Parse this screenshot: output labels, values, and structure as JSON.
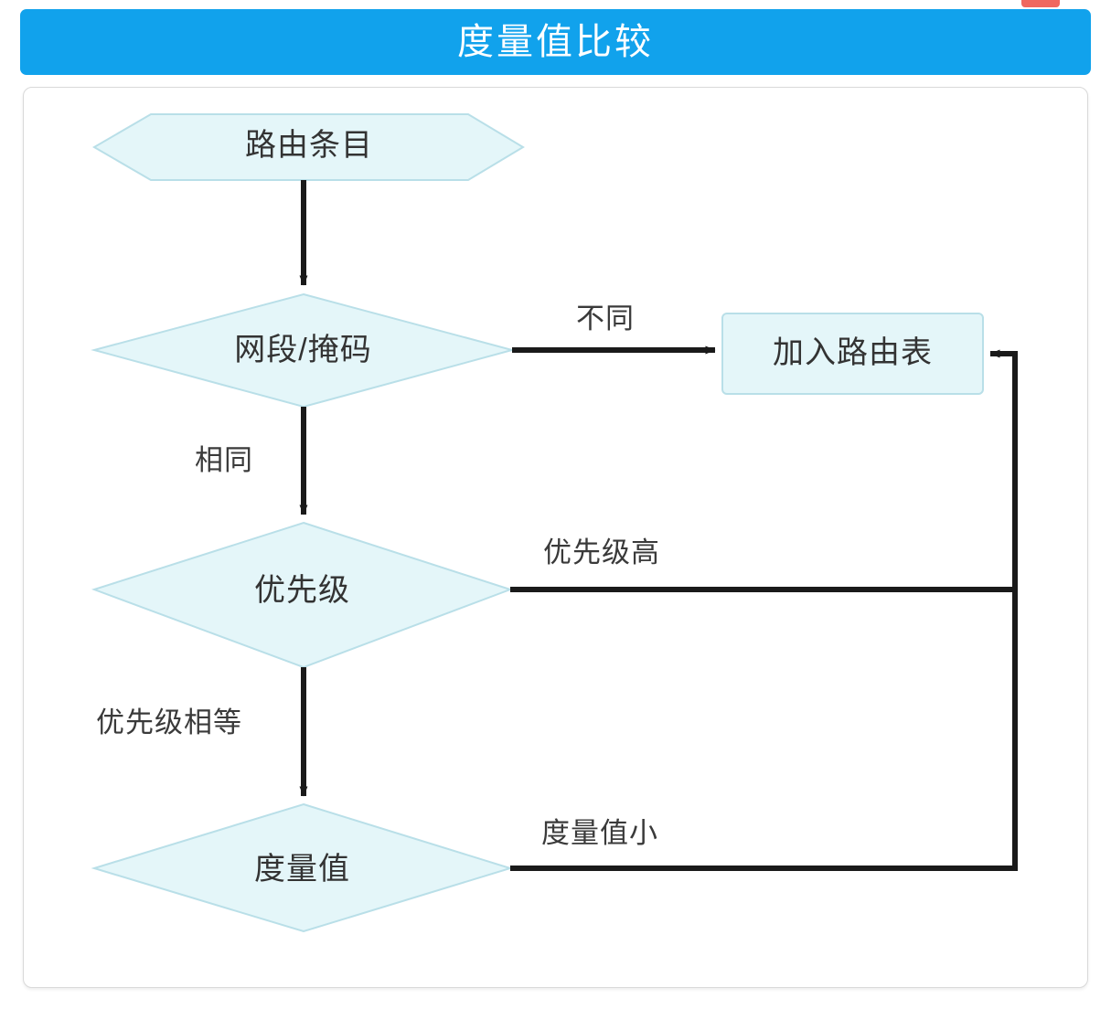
{
  "header": {
    "title": "度量值比较",
    "background_color": "#11a2ec",
    "text_color": "#ffffff"
  },
  "accent": {
    "nub_color": "#f0685f"
  },
  "flowchart": {
    "node_fill": "#e4f6f9",
    "node_stroke": "#b9dfe8",
    "line_color": "#1a1a1a",
    "text_color": "#333333",
    "nodes": [
      {
        "id": "route-entry",
        "shape": "hexagon",
        "label": "路由条目"
      },
      {
        "id": "network-mask",
        "shape": "diamond",
        "label": "网段/掩码"
      },
      {
        "id": "add-to-table",
        "shape": "rectangle",
        "label": "加入路由表"
      },
      {
        "id": "priority",
        "shape": "diamond",
        "label": "优先级"
      },
      {
        "id": "metric",
        "shape": "diamond",
        "label": "度量值"
      }
    ],
    "edges": [
      {
        "id": "route-to-mask",
        "from": "route-entry",
        "to": "network-mask",
        "label": ""
      },
      {
        "id": "mask-different",
        "from": "network-mask",
        "to": "add-to-table",
        "label": "不同"
      },
      {
        "id": "mask-same",
        "from": "network-mask",
        "to": "priority",
        "label": "相同"
      },
      {
        "id": "priority-higher",
        "from": "priority",
        "to": "add-to-table",
        "label": "优先级高"
      },
      {
        "id": "priority-equal",
        "from": "priority",
        "to": "metric",
        "label": "优先级相等"
      },
      {
        "id": "metric-smaller",
        "from": "metric",
        "to": "add-to-table",
        "label": "度量值小"
      }
    ]
  }
}
